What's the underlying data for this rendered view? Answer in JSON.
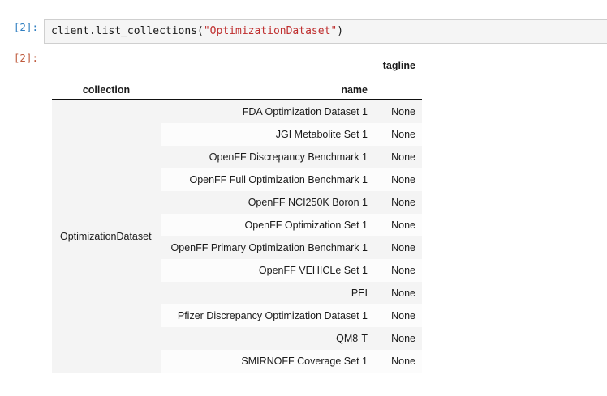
{
  "input_cell": {
    "prompt": "[2]:",
    "code": {
      "object": "client",
      "dot": ".",
      "method": "list_collections",
      "open_paren": "(",
      "argument": "\"OptimizationDataset\"",
      "close_paren": ")"
    }
  },
  "output_cell": {
    "prompt": "[2]:",
    "table": {
      "column_group_header": "tagline",
      "index_names": [
        "collection",
        "name"
      ],
      "blank_header": "",
      "collection_label": "OptimizationDataset",
      "rows": [
        {
          "name": "FDA Optimization Dataset 1",
          "tagline": "None"
        },
        {
          "name": "JGI Metabolite Set 1",
          "tagline": "None"
        },
        {
          "name": "OpenFF Discrepancy Benchmark 1",
          "tagline": "None"
        },
        {
          "name": "OpenFF Full Optimization Benchmark 1",
          "tagline": "None"
        },
        {
          "name": "OpenFF NCI250K Boron 1",
          "tagline": "None"
        },
        {
          "name": "OpenFF Optimization Set 1",
          "tagline": "None"
        },
        {
          "name": "OpenFF Primary Optimization Benchmark 1",
          "tagline": "None"
        },
        {
          "name": "OpenFF VEHICLe Set 1",
          "tagline": "None"
        },
        {
          "name": "PEI",
          "tagline": "None"
        },
        {
          "name": "Pfizer Discrepancy Optimization Dataset 1",
          "tagline": "None"
        },
        {
          "name": "QM8-T",
          "tagline": "None"
        },
        {
          "name": "SMIRNOFF Coverage Set 1",
          "tagline": "None"
        }
      ]
    }
  },
  "colors": {
    "input_prompt": "#307fc1",
    "output_prompt": "#bf5b3d",
    "string_literal": "#bf2f2f",
    "code_background": "#f5f5f5",
    "row_stripe": "#f4f4f4",
    "page_background": "#ffffff"
  }
}
